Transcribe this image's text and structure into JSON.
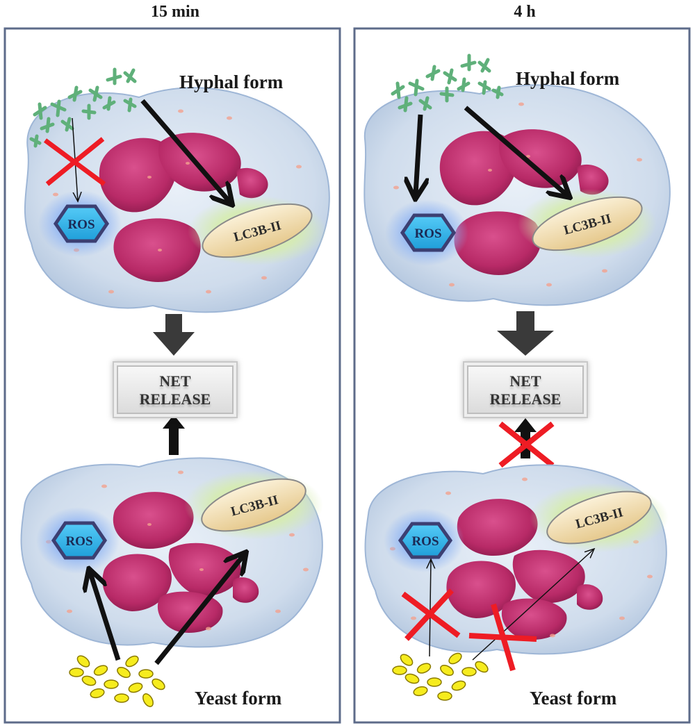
{
  "panels": [
    {
      "time_label": "15 min",
      "top_label": "Hyphal form",
      "bottom_label": "Yeast form",
      "ros_label": "ROS",
      "lc3_label": "LC3B-II",
      "net_line1": "NET",
      "net_line2": "RELEASE"
    },
    {
      "time_label": "4 h",
      "top_label": "Hyphal form",
      "bottom_label": "Yeast form",
      "ros_label": "ROS",
      "lc3_label": "LC3B-II",
      "net_line1": "NET",
      "net_line2": "RELEASE"
    }
  ],
  "colors": {
    "frame": "#5d6b8a",
    "cell": "#c9d7ea",
    "nucleus": "#c0306e",
    "ros": "#3db9ef",
    "lc3": "#f1dfb3",
    "hyphae": "#5fb07a",
    "yeast": "#f6ec1e",
    "block_cross": "#ee1c24",
    "arrow": "#111111",
    "big_arrow": "#3a3a3a"
  },
  "icons": [
    "hyphae-icon",
    "yeast-cluster-icon",
    "neutrophil-cell-icon",
    "ros-hexagon-icon",
    "lc3b-ellipse-icon",
    "inhibition-cross-icon"
  ]
}
